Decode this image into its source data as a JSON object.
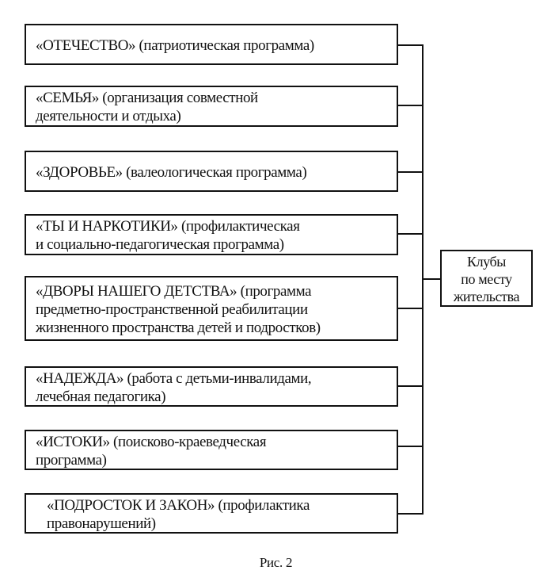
{
  "programs": [
    {
      "lines": [
        "«ОТЕЧЕСТВО» (патриотическая программа)"
      ]
    },
    {
      "lines": [
        "«СЕМЬЯ» (организация совместной",
        "деятельности и отдыха)"
      ]
    },
    {
      "lines": [
        "«ЗДОРОВЬЕ» (валеологическая программа)"
      ]
    },
    {
      "lines": [
        "«ТЫ И НАРКОТИКИ» (профилактическая",
        "и социально-педагогическая программа)"
      ]
    },
    {
      "lines": [
        "«ДВОРЫ НАШЕГО ДЕТСТВА» (программа",
        "предметно-пространственной реабилитации",
        "жизненного пространства детей и подростков)"
      ]
    },
    {
      "lines": [
        "«НАДЕЖДА» (работа с детьми-инвалидами,",
        "лечебная педагогика)"
      ]
    },
    {
      "lines": [
        "«ИСТОКИ» (поисково-краеведческая",
        "программа)"
      ]
    },
    {
      "lines": [
        "«ПОДРОСТОК И ЗАКОН» (профилактика",
        "правонарушений)"
      ]
    }
  ],
  "target": {
    "lines": [
      "Клубы",
      "по месту",
      "жительства"
    ]
  },
  "caption": "Рис. 2"
}
